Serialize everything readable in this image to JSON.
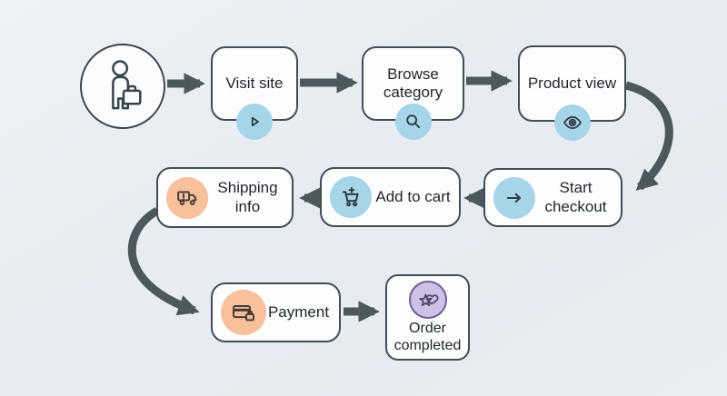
{
  "diagram": {
    "type": "flowchart",
    "subject": "E-commerce customer journey",
    "colors": {
      "background": "#e8edf2",
      "node_fill": "#fdfdfe",
      "node_border": "#424d55",
      "arrow": "#4d575e",
      "accent_blue": "#a6d5ea",
      "accent_orange": "#f8c09c",
      "accent_purple": "#cfc0ea"
    },
    "start": {
      "icon": "person-briefcase-icon"
    },
    "steps": [
      {
        "label": "Visit site",
        "icon": "play-icon",
        "accent": "blue"
      },
      {
        "label": "Browse category",
        "icon": "search-icon",
        "accent": "blue"
      },
      {
        "label": "Product view",
        "icon": "eye-icon",
        "accent": "blue"
      },
      {
        "label": "Start checkout",
        "icon": "arrow-right-icon",
        "accent": "blue"
      },
      {
        "label": "Add to cart",
        "icon": "cart-plus-icon",
        "accent": "blue"
      },
      {
        "label": "Shipping info",
        "icon": "delivery-truck-icon",
        "accent": "orange"
      },
      {
        "label": "Payment",
        "icon": "credit-card-lock-icon",
        "accent": "orange"
      },
      {
        "label": "Order completed",
        "icon": "star-heart-icon",
        "accent": "purple"
      }
    ]
  }
}
